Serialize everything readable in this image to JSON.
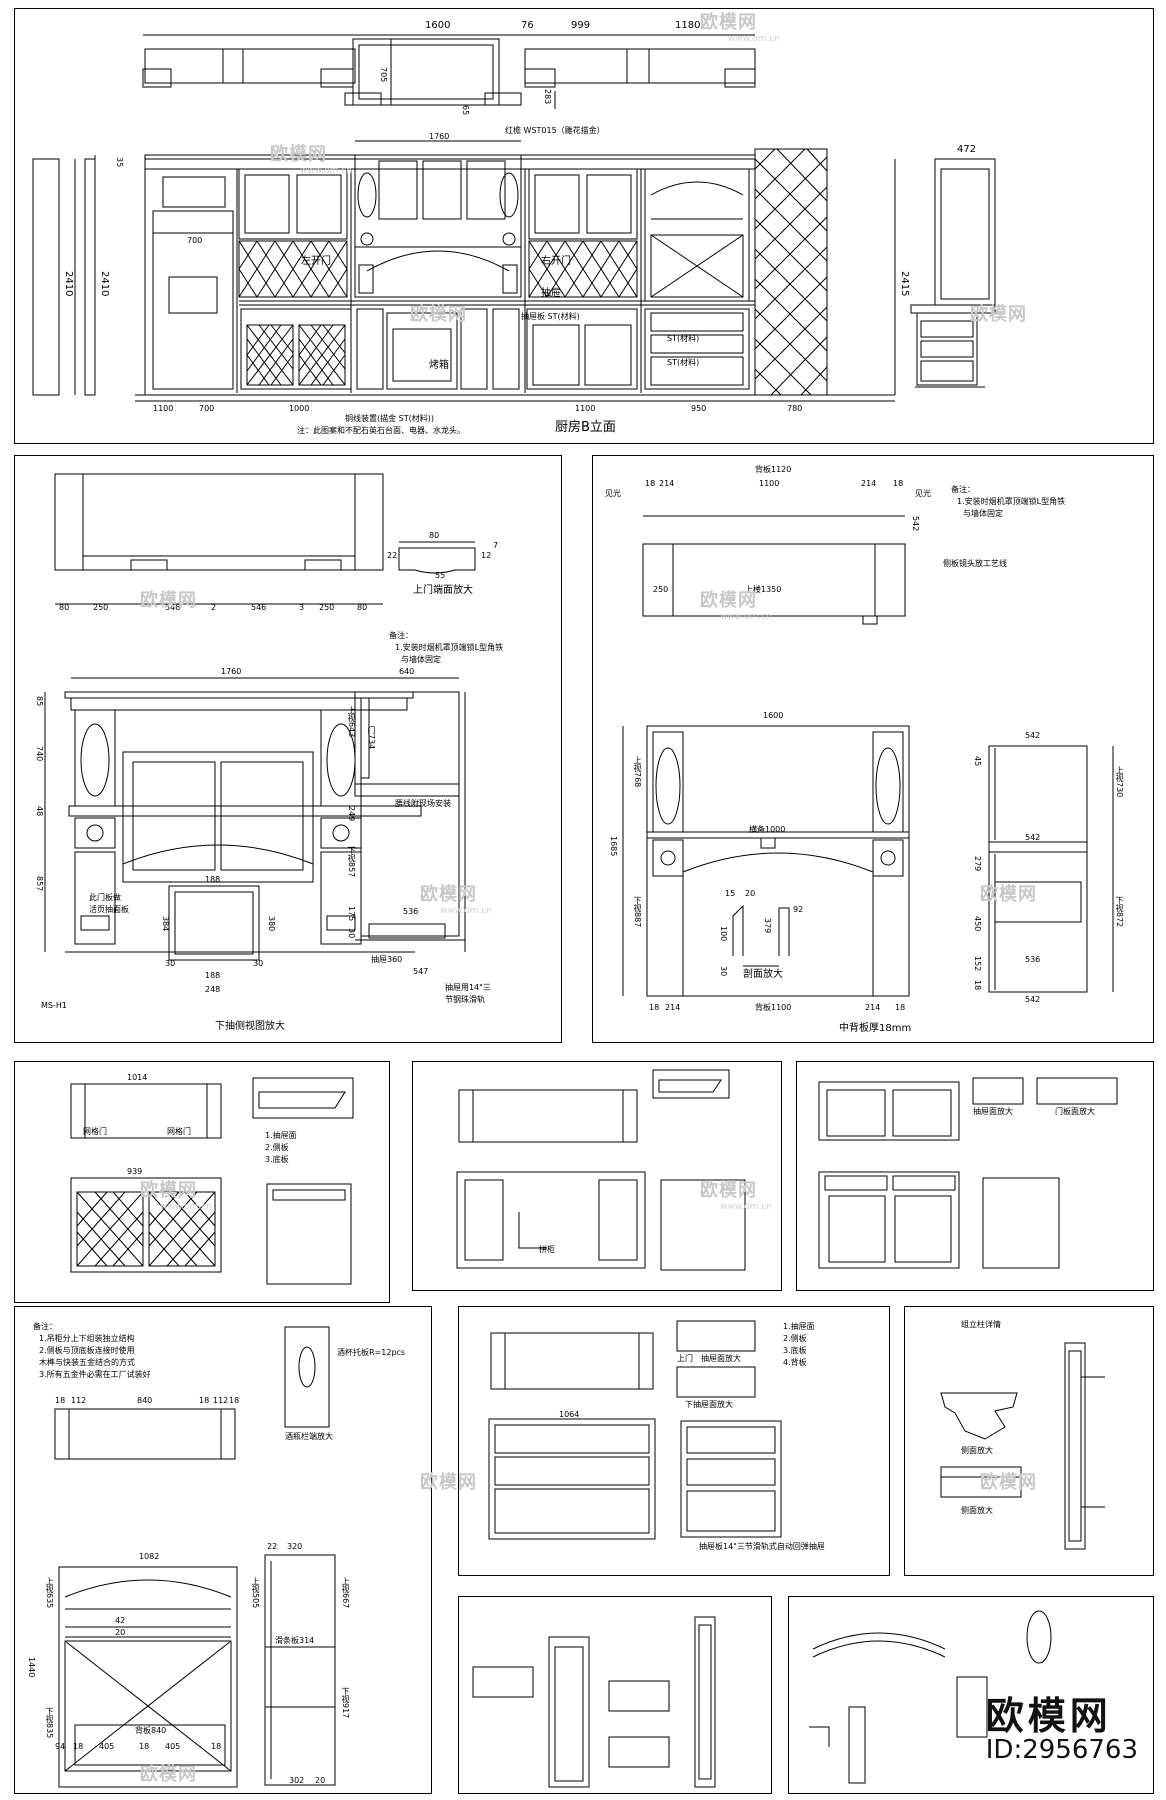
{
  "main_elevation": {
    "title": "厨房B立面",
    "top_dims": [
      "1600",
      "76",
      "999",
      "1180"
    ],
    "plan_dims": [
      "705",
      "283",
      "65"
    ],
    "crown_label": "红檐 WST015（雕花描金）",
    "overall_width": "1760",
    "height_labels": [
      "2410",
      "2410",
      "2415"
    ],
    "depth_label": "472",
    "side_dim": "35",
    "door_labels": [
      "左开门",
      "右开门",
      "抽屉"
    ],
    "oven_label": "烤箱",
    "fridge_label": "700",
    "base_dims": [
      "1100",
      "700",
      "1000",
      "1100",
      "950",
      "780"
    ],
    "drawer_notes": [
      "抽屉板 ST(材料)",
      "ST(材料)",
      "ST(材料)"
    ],
    "hardware_note": "铜线装置(描金 ST(材料))",
    "footnote": "注：此图案和不配石英石台面、电器、水龙头。"
  },
  "panel_a": {
    "plan_dims": [
      "80",
      "250",
      "546",
      "2",
      "546",
      "3",
      "250",
      "80"
    ],
    "detail_title": "上门端面放大",
    "detail_dims": [
      "80",
      "22",
      "55",
      "12",
      "7"
    ],
    "note_title": "备注：",
    "notes": [
      "1.安装时烟机罩顶端锁L型角铁",
      "与墙体固定"
    ],
    "width": "1760",
    "side_width": "640",
    "heights": [
      "85",
      "740",
      "48",
      "857"
    ],
    "side_heights": [
      "上视643",
      "门734",
      "249",
      "下视857",
      "175",
      "30"
    ],
    "mid_label": "腰线附现场安装",
    "dims_bottom": [
      "536",
      "抽屉360",
      "547"
    ],
    "rail_note": [
      "抽屉用14\"三",
      "节钢珠滑轨"
    ],
    "door_note": [
      "此门板做",
      "活页抽面板"
    ],
    "frame_dims": [
      "188",
      "384",
      "30",
      "188",
      "30",
      "248",
      "380"
    ],
    "code": "MS-H1",
    "caption": "下抽侧视图放大"
  },
  "panel_b": {
    "back_label": "背板1120",
    "top_dims": [
      "18",
      "214",
      "1100",
      "214",
      "18"
    ],
    "left_label": "见光",
    "right_label": "见光",
    "note_title": "备注：",
    "notes": [
      "1.安装时烟机罩顶端锁L型角铁",
      "与墙体固定"
    ],
    "side_note": "侧板镜头放工艺线",
    "bottom_left": "250",
    "bottom_label": "上楼1350",
    "depth": "542",
    "width": "1600",
    "crossbar": "横备1000",
    "heights": [
      "上视768",
      "1685",
      "下视887"
    ],
    "section_dims": [
      "15",
      "20",
      "92",
      "100",
      "379",
      "30"
    ],
    "section_title": "剖面放大",
    "side_dims": [
      "542",
      "542",
      "536",
      "542"
    ],
    "side_heights": [
      "上视730",
      "下视872",
      "45",
      "279",
      "450",
      "152",
      "18"
    ],
    "bottom_dims": [
      "18",
      "214",
      "背板1100",
      "214",
      "18"
    ],
    "caption": "中背板厚18mm"
  },
  "small_panels": {
    "c_dims": [
      "1014",
      "939",
      "网格门",
      "网格门"
    ],
    "d_label": "拼柜",
    "e_labels": [
      "抽屉面放大",
      "门板面放大"
    ],
    "notes_generic": [
      "1.抽屉面",
      "2.侧板",
      "3.底板"
    ]
  },
  "panel_f": {
    "note_title": "备注：",
    "notes": [
      "1.吊柜分上下组装独立结构",
      "2.侧板与顶底板连接时使用",
      "  木榫与快装五金结合的方式",
      "3.所有五金件必需在工厂试装好"
    ],
    "top_dims": [
      "18",
      "112",
      "840",
      "18",
      "112",
      "18"
    ],
    "detail_label": "酒杯托板R=12pcs",
    "baluster_label": "酒瓶栏端放大",
    "width": "1082",
    "heights": [
      "上视635",
      "1440",
      "下视835"
    ],
    "side_dims": [
      "22",
      "320",
      "上视505",
      "上视667",
      "滑条板314",
      "下视917",
      "302",
      "20"
    ],
    "bottom_label": "背板840",
    "bottom_dims": [
      "94",
      "18",
      "405",
      "18",
      "405",
      "18"
    ],
    "small": [
      "42",
      "20"
    ]
  },
  "panel_g": {
    "title": "上门",
    "labels": [
      "抽屉面放大",
      "下抽屉面放大",
      "抽屉板14\"三节滑轨式自动回弹抽屉"
    ],
    "width": "1064",
    "notes": [
      "1.抽屉面",
      "2.侧板",
      "3.底板",
      "4.背板"
    ]
  },
  "panel_h": {
    "title": "组立柱详情",
    "labels": [
      "侧面放大",
      "侧面放大"
    ]
  },
  "brand": {
    "logo": "欧模网",
    "id": "ID:2956763"
  },
  "watermark": {
    "text": "欧模网",
    "url": "www.om.cn"
  }
}
